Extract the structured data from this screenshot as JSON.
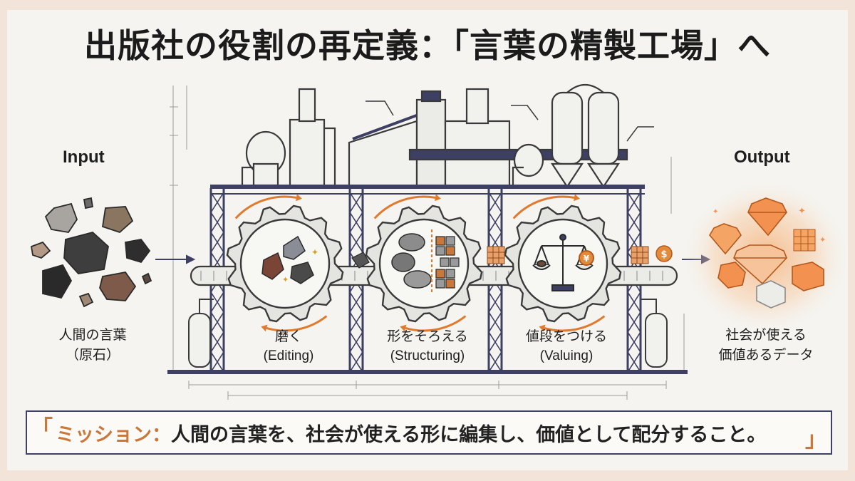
{
  "title": "出版社の役割の再定義：「言葉の精製工場」へ",
  "input": {
    "label": "Input",
    "caption_line1": "人間の言葉",
    "caption_line2": "（原石）"
  },
  "output": {
    "label": "Output",
    "caption_line1": "社会が使える",
    "caption_line2": "価値あるデータ"
  },
  "stages": [
    {
      "name": "磨く",
      "en": "(Editing)"
    },
    {
      "name": "形をそろえる",
      "en": "(Structuring)"
    },
    {
      "name": "値段をつける",
      "en": "(Valuing)"
    }
  ],
  "mission": {
    "lead": "ミッション：",
    "body": "人間の言葉を、社会が使える形に編集し、価値として配分すること。"
  },
  "colors": {
    "accent": "#e07a2e",
    "navy": "#3d3f63",
    "line": "#4a4a4a",
    "background": "#f5f4f0"
  },
  "icons": {
    "currency_yen": "¥",
    "currency_dollar": "$"
  }
}
